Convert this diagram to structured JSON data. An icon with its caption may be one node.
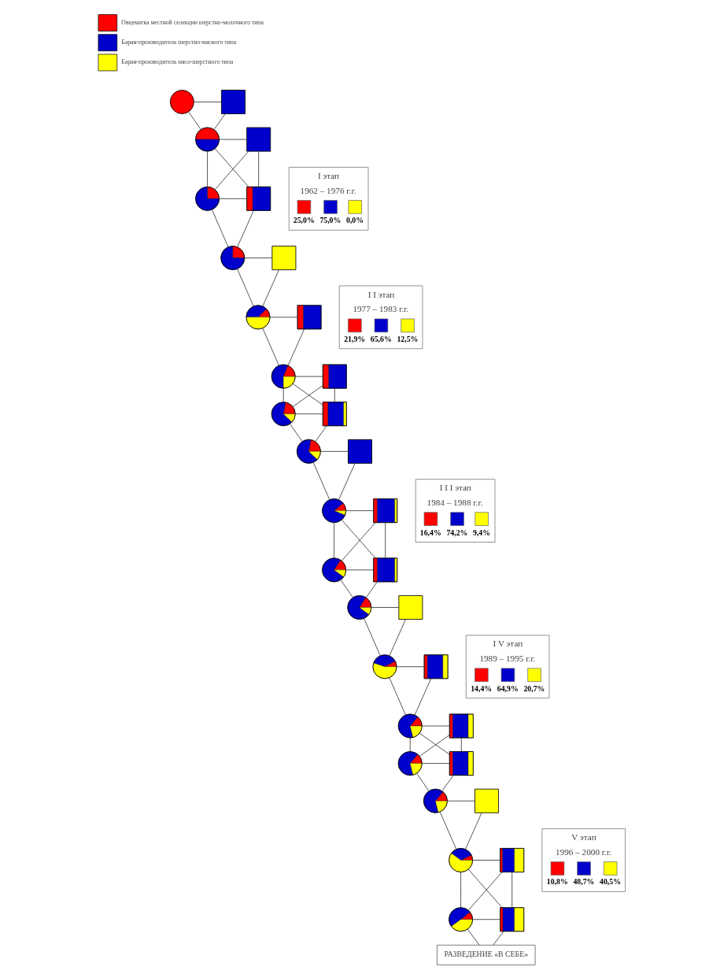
{
  "diagram": {
    "nodes": [
      {
        "text": [],
        "shape": "circle"
      },
      {
        "text": [],
        "shape": "box"
      },
      {
        "text": [],
        "shape": "circle"
      },
      {
        "text": [],
        "shape": "box"
      },
      {
        "text": [
          "I этап",
          "1962 – 1976 г.г.",
          "25,0%",
          "75,0%",
          "0,0%"
        ]
      },
      {
        "text": [],
        "shape": "circle"
      },
      {
        "text": [],
        "shape": "box"
      },
      {
        "text": [],
        "shape": "circle"
      },
      {
        "text": [],
        "shape": "box"
      },
      {
        "text": [
          "I I этап",
          "1977 – 1983 г.г.",
          "21,9%",
          "65,6%",
          "12,5%"
        ]
      },
      {
        "text": [],
        "shape": "circle"
      },
      {
        "text": [],
        "shape": "box"
      },
      {
        "text": [],
        "shape": "circle"
      },
      {
        "text": [],
        "shape": "box"
      },
      {
        "text": [],
        "shape": "circle"
      },
      {
        "text": [],
        "shape": "box"
      },
      {
        "text": [],
        "shape": "circle"
      },
      {
        "text": [],
        "shape": "box"
      },
      {
        "text": [
          "I I I этап",
          "1984 – 1988 г.г.",
          "16,4%",
          "74,2%",
          "9,4%"
        ]
      },
      {
        "text": [],
        "shape": "circle"
      },
      {
        "text": [],
        "shape": "box"
      },
      {
        "text": [],
        "shape": "circle"
      },
      {
        "text": [],
        "shape": "box"
      },
      {
        "text": [],
        "shape": "circle"
      },
      {
        "text": [],
        "shape": "box"
      },
      {
        "text": [
          "I V этап",
          "1989 – 1995 г.г.",
          "14,4%",
          "64,9%",
          "20,7%"
        ]
      },
      {
        "text": [],
        "shape": "circle"
      },
      {
        "text": [],
        "shape": "box"
      },
      {
        "text": [],
        "shape": "circle"
      },
      {
        "text": [],
        "shape": "box"
      },
      {
        "text": [],
        "shape": "circle"
      },
      {
        "text": [],
        "shape": "box"
      },
      {
        "text": [],
        "shape": "circle"
      },
      {
        "text": [],
        "shape": "box"
      },
      {
        "text": [
          "V этап",
          "1996 – 2000 г.г.",
          "10,8%",
          "48,7%",
          "40,5%"
        ]
      },
      {
        "text": [],
        "shape": "circle"
      },
      {
        "text": [],
        "shape": "box"
      },
      {
        "text": [],
        "shape": "circle"
      },
      {
        "text": [],
        "shape": "box"
      },
      {
        "text": [
          "РАЗВЕДЕНИЕ «В СЕБЕ»"
        ]
      }
    ],
    "edges": [
      {
        "from": 0,
        "to": 1,
        "arrow": "none"
      },
      {
        "from": 0,
        "to": 2,
        "arrow": "none"
      },
      {
        "from": 1,
        "to": 2,
        "arrow": "none"
      },
      {
        "from": 2,
        "to": 3,
        "arrow": "none"
      },
      {
        "from": 2,
        "to": 5,
        "arrow": "none"
      },
      {
        "from": 2,
        "to": 6,
        "arrow": "none"
      },
      {
        "from": 3,
        "to": 5,
        "arrow": "none"
      },
      {
        "from": 3,
        "to": 6,
        "arrow": "none"
      },
      {
        "from": 5,
        "to": 6,
        "arrow": "none"
      },
      {
        "from": 5,
        "to": 7,
        "arrow": "none"
      },
      {
        "from": 6,
        "to": 7,
        "arrow": "none"
      },
      {
        "from": 7,
        "to": 8,
        "arrow": "none"
      },
      {
        "from": 7,
        "to": 10,
        "arrow": "none"
      },
      {
        "from": 8,
        "to": 10,
        "arrow": "none"
      },
      {
        "from": 10,
        "to": 11,
        "arrow": "none"
      },
      {
        "from": 10,
        "to": 12,
        "arrow": "none"
      },
      {
        "from": 11,
        "to": 12,
        "arrow": "none"
      },
      {
        "from": 12,
        "to": 13,
        "arrow": "none"
      },
      {
        "from": 12,
        "to": 14,
        "arrow": "none"
      },
      {
        "from": 12,
        "to": 15,
        "arrow": "none"
      },
      {
        "from": 13,
        "to": 14,
        "arrow": "none"
      },
      {
        "from": 13,
        "to": 15,
        "arrow": "none"
      },
      {
        "from": 14,
        "to": 15,
        "arrow": "none"
      },
      {
        "from": 14,
        "to": 16,
        "arrow": "none"
      },
      {
        "from": 15,
        "to": 16,
        "arrow": "none"
      },
      {
        "from": 16,
        "to": 17,
        "arrow": "none"
      },
      {
        "from": 16,
        "to": 19,
        "arrow": "none"
      },
      {
        "from": 17,
        "to": 19,
        "arrow": "none"
      },
      {
        "from": 19,
        "to": 20,
        "arrow": "none"
      },
      {
        "from": 19,
        "to": 21,
        "arrow": "none"
      },
      {
        "from": 19,
        "to": 22,
        "arrow": "none"
      },
      {
        "from": 20,
        "to": 21,
        "arrow": "none"
      },
      {
        "from": 20,
        "to": 22,
        "arrow": "none"
      },
      {
        "from": 21,
        "to": 22,
        "arrow": "none"
      },
      {
        "from": 21,
        "to": 23,
        "arrow": "none"
      },
      {
        "from": 22,
        "to": 23,
        "arrow": "none"
      },
      {
        "from": 23,
        "to": 24,
        "arrow": "none"
      },
      {
        "from": 23,
        "to": 26,
        "arrow": "none"
      },
      {
        "from": 24,
        "to": 26,
        "arrow": "none"
      },
      {
        "from": 26,
        "to": 27,
        "arrow": "none"
      },
      {
        "from": 26,
        "to": 28,
        "arrow": "none"
      },
      {
        "from": 27,
        "to": 28,
        "arrow": "none"
      },
      {
        "from": 28,
        "to": 29,
        "arrow": "none"
      },
      {
        "from": 28,
        "to": 30,
        "arrow": "none"
      },
      {
        "from": 28,
        "to": 31,
        "arrow": "none"
      },
      {
        "from": 29,
        "to": 30,
        "arrow": "none"
      },
      {
        "from": 29,
        "to": 31,
        "arrow": "none"
      },
      {
        "from": 30,
        "to": 31,
        "arrow": "none"
      },
      {
        "from": 30,
        "to": 32,
        "arrow": "none"
      },
      {
        "from": 31,
        "to": 32,
        "arrow": "none"
      },
      {
        "from": 32,
        "to": 33,
        "arrow": "none"
      },
      {
        "from": 32,
        "to": 35,
        "arrow": "none"
      },
      {
        "from": 33,
        "to": 35,
        "arrow": "none"
      },
      {
        "from": 35,
        "to": 36,
        "arrow": "none"
      },
      {
        "from": 35,
        "to": 37,
        "arrow": "none"
      },
      {
        "from": 35,
        "to": 38,
        "arrow": "none"
      },
      {
        "from": 36,
        "to": 37,
        "arrow": "none"
      },
      {
        "from": 36,
        "to": 38,
        "arrow": "none"
      },
      {
        "from": 37,
        "to": 38,
        "arrow": "none"
      },
      {
        "from": 37,
        "to": 39,
        "arrow": "none"
      },
      {
        "from": 38,
        "to": 39,
        "arrow": "none"
      }
    ],
    "legend": [
      {
        "text": "Овцематка местной селекции шерстно-молочного типа",
        "color": "#ff0000"
      },
      {
        "text": "Баран-производитель шерстно-мясного типа",
        "color": "#0000cc"
      },
      {
        "text": "Баран-производитель мясо-шерстного типа",
        "color": "#ffff00"
      }
    ]
  }
}
